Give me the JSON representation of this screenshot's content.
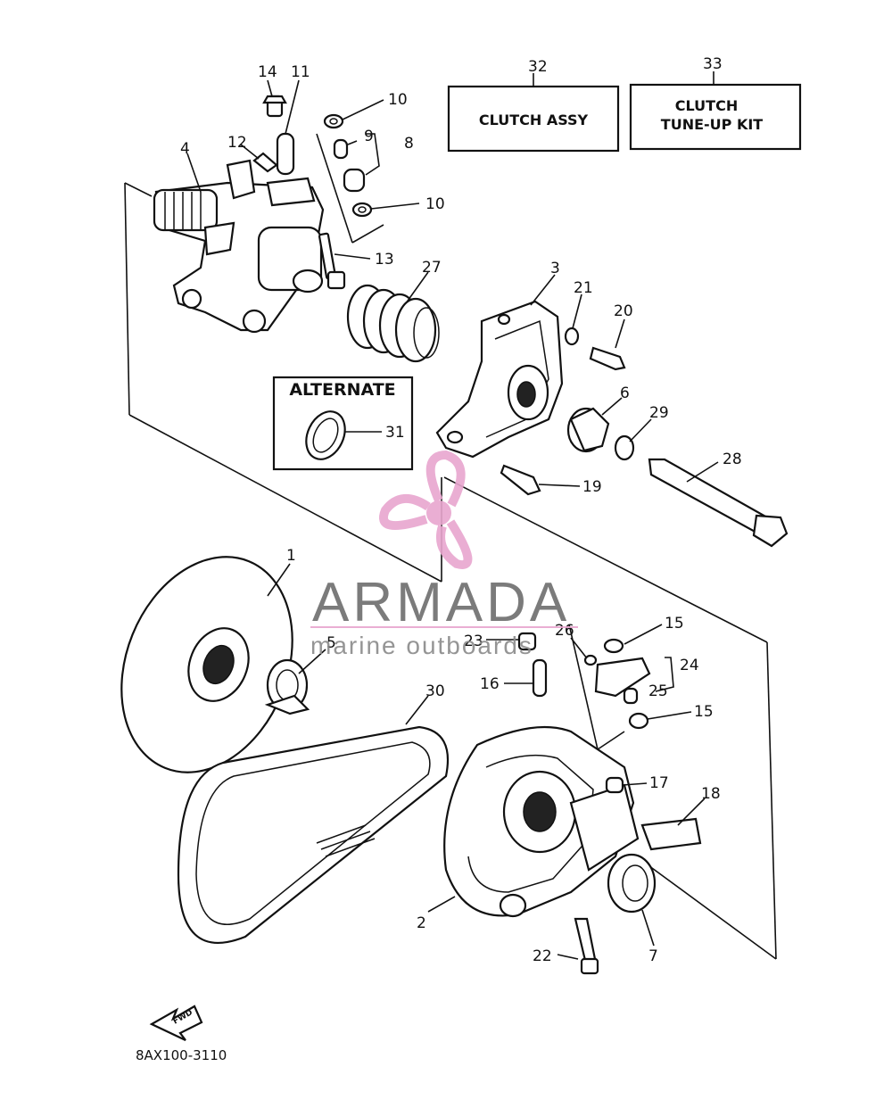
{
  "diagram": {
    "part_labels": {
      "p1": "1",
      "p2": "2",
      "p3": "3",
      "p4": "4",
      "p5": "5",
      "p6": "6",
      "p7": "7",
      "p8": "8",
      "p9": "9",
      "p10a": "10",
      "p10b": "10",
      "p11": "11",
      "p12": "12",
      "p13": "13",
      "p14": "14",
      "p15a": "15",
      "p15b": "15",
      "p16": "16",
      "p17": "17",
      "p18": "18",
      "p19": "19",
      "p20": "20",
      "p21": "21",
      "p22": "22",
      "p23": "23",
      "p24": "24",
      "p25": "25",
      "p26": "26",
      "p27": "27",
      "p28": "28",
      "p29": "29",
      "p30": "30",
      "p31": "31",
      "p32": "32",
      "p33": "33"
    },
    "clutch_assy_box": "CLUTCH ASSY",
    "tune_up_box_line1": "CLUTCH",
    "tune_up_box_line2": "TUNE-UP KIT",
    "alternate_box_title": "ALTERNATE",
    "fwd_arrow": "FWD",
    "diagram_code": "8AX100-3110"
  },
  "watermark": {
    "brand": "ARMADA",
    "tagline": "marine outboards",
    "accent_color": "#e8a6cf"
  }
}
